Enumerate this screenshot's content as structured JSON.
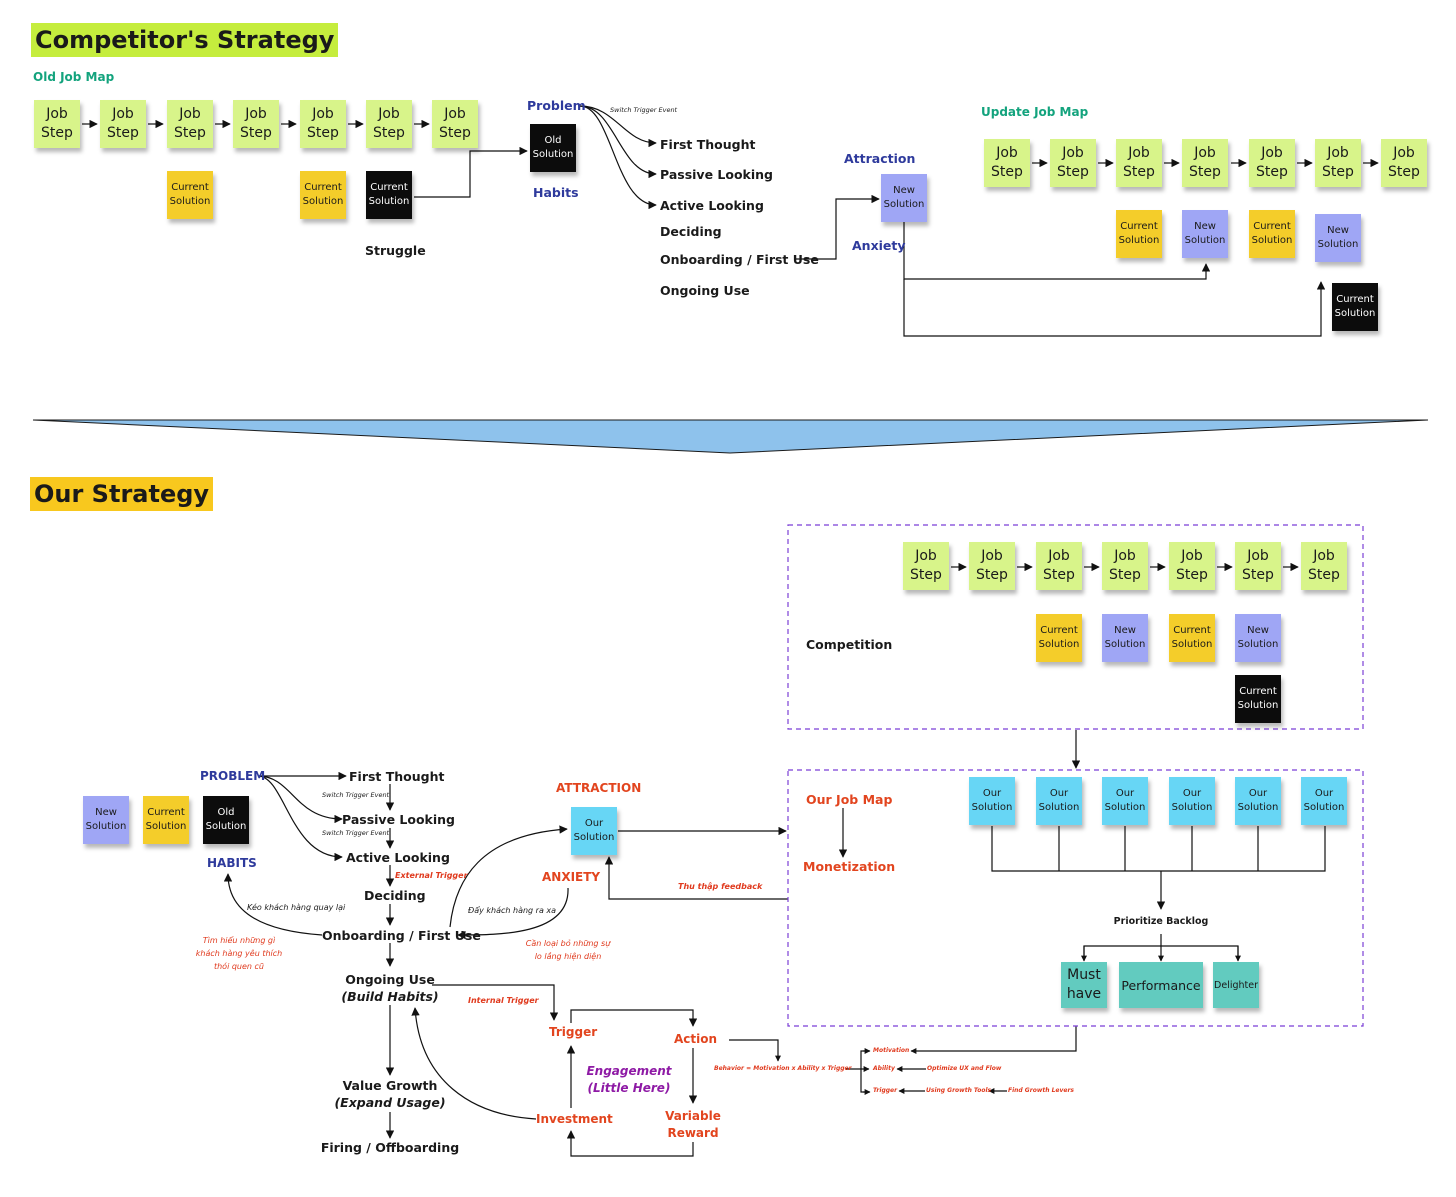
{
  "top": {
    "title": "Competitor's Strategy",
    "old_job_map": "Old Job Map",
    "update_job_map": "Update Job Map",
    "job_step": "Job\nStep",
    "current_solution": "Current\nSolution",
    "new_solution": "New\nSolution",
    "old_solution": "Old\nSolution",
    "struggle": "Struggle",
    "problem": "Problem",
    "habits": "Habits",
    "switch_trigger": "Switch Trigger Event",
    "stages": [
      "First Thought",
      "Passive Looking",
      "Active Looking",
      "Deciding",
      "Onboarding / First Use",
      "Ongoing Use"
    ],
    "attraction": "Attraction",
    "anxiety": "Anxiety"
  },
  "bottom": {
    "title": "Our Strategy",
    "competition": "Competition",
    "job_step": "Job\nStep",
    "current_solution": "Current\nSolution",
    "new_solution": "New\nSolution",
    "old_solution": "Old\nSolution",
    "our_solution": "Our\nSolution",
    "problem": "PROBLEM",
    "habits": "HABITS",
    "switch_trigger": "Switch Trigger Event",
    "stages": {
      "first_thought": "First Thought",
      "passive_looking": "Passive Looking",
      "active_looking": "Active Looking",
      "deciding": "Deciding",
      "onboarding": "Onboarding / First Use",
      "ongoing_use": "Ongoing Use",
      "build_habits": "(Build Habits)",
      "value_growth": "Value Growth",
      "expand_usage": "(Expand Usage)",
      "firing": "Firing / Offboarding"
    },
    "external_trigger": "External Trigger",
    "keo_khach": "Kéo khách hàng quay lại",
    "tim_hieu": "Tìm hiểu những gì\nkhách hàng yêu thích\nthói quen cũ",
    "attraction": "ATTRACTION",
    "anxiety": "ANXIETY",
    "day_khach": "Đẩy khách hàng ra xa",
    "can_loai": "Cần loại bỏ những sự\nlo lắng hiện diện",
    "thu_thap": "Thu thập feedback",
    "our_job_map": "Our Job Map",
    "monetization": "Monetization",
    "prioritize_backlog": "Prioritize Backlog",
    "must_have": "Must\nhave",
    "performance": "Performance",
    "delighter": "Delighter",
    "internal_trigger": "Internal Trigger",
    "trigger": "Trigger",
    "action": "Action",
    "variable_reward": "Variable\nReward",
    "investment": "Investment",
    "engagement": "Engagement\n(Little Here)",
    "formula": "Behavior = Motivation x Ability x Trigger",
    "motivation": "Motivation",
    "ability": "Ability",
    "trigger_small": "Trigger",
    "optimize": "Optimize UX and Flow",
    "using_growth": "Using Growth Tools",
    "find_growth": "Find Growth Levers"
  },
  "colors": {
    "job_step": "#d8f48a",
    "current_solution": "#f4cd2a",
    "new_solution": "#9fa6f5",
    "old_solution": "#0c0c0c",
    "our_solution": "#67d6f5",
    "backlog": "#62cbbf",
    "title_top_bg": "#c5ed3d",
    "title_bottom_bg": "#f8c81e",
    "divider": "#8ec2ec"
  }
}
